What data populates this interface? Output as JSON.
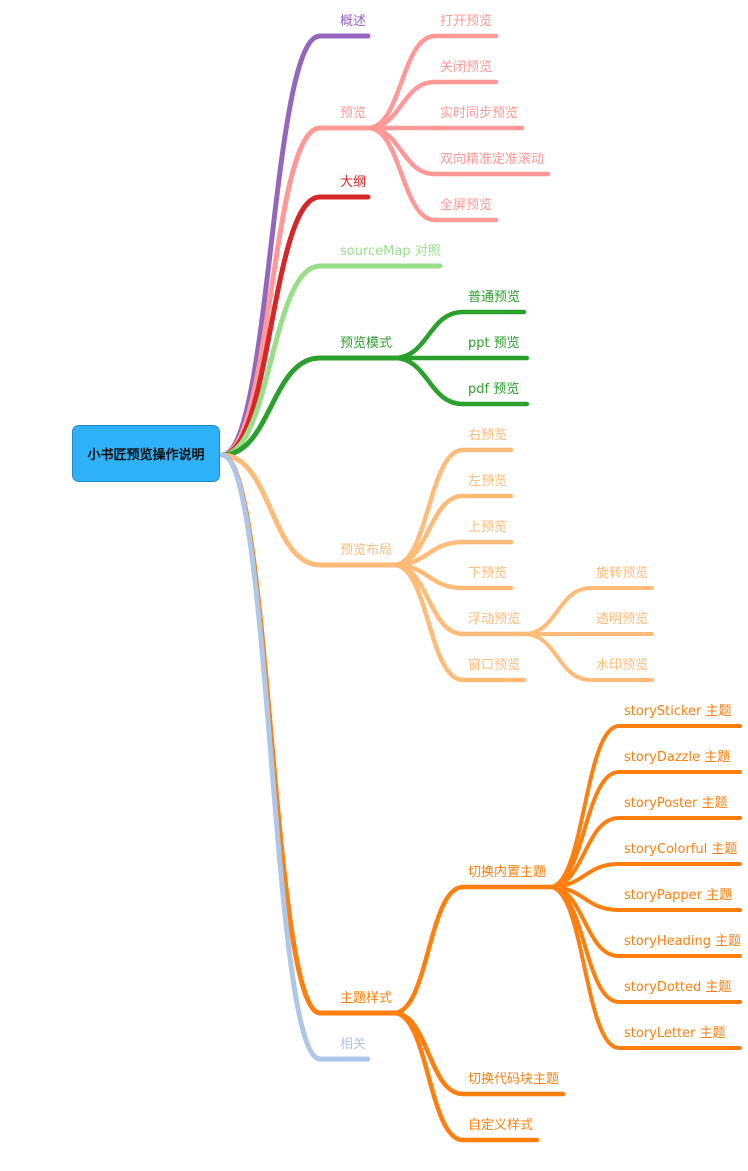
{
  "root": {
    "label": "小书匠预览操作说明",
    "color": "#2fb1f9"
  },
  "branches": [
    {
      "label": "概述",
      "color": "#9467bd",
      "children": []
    },
    {
      "label": "预览",
      "color": "#ff9896",
      "children": [
        {
          "label": "打开预览",
          "children": []
        },
        {
          "label": "关闭预览",
          "children": []
        },
        {
          "label": "实时同步预览",
          "children": []
        },
        {
          "label": "双向精准定准滚动",
          "children": []
        },
        {
          "label": "全屏预览",
          "children": []
        }
      ]
    },
    {
      "label": "大纲",
      "color": "#d62728",
      "children": []
    },
    {
      "label": "sourceMap 对照",
      "color": "#98df8a",
      "children": []
    },
    {
      "label": "预览模式",
      "color": "#2ca02c",
      "children": [
        {
          "label": "普通预览",
          "children": []
        },
        {
          "label": "ppt 预览",
          "children": []
        },
        {
          "label": "pdf 预览",
          "children": []
        }
      ]
    },
    {
      "label": "预览布局",
      "color": "#ffbb78",
      "children": [
        {
          "label": "右预览",
          "children": []
        },
        {
          "label": "左预览",
          "children": []
        },
        {
          "label": "上预览",
          "children": []
        },
        {
          "label": "下预览",
          "children": []
        },
        {
          "label": "浮动预览",
          "children": [
            {
              "label": "旋转预览"
            },
            {
              "label": "透明预览"
            },
            {
              "label": "水印预览"
            }
          ]
        },
        {
          "label": "窗口预览",
          "children": []
        }
      ]
    },
    {
      "label": "主题样式",
      "color": "#ff7f0e",
      "children": [
        {
          "label": "切换内置主题",
          "children": [
            {
              "label": "storySticker 主题"
            },
            {
              "label": "storyDazzle 主题"
            },
            {
              "label": "storyPoster 主题"
            },
            {
              "label": "storyColorful 主题"
            },
            {
              "label": "storyPapper 主题"
            },
            {
              "label": "storyHeading 主题"
            },
            {
              "label": "storyDotted 主题"
            },
            {
              "label": "storyLetter 主题"
            }
          ]
        },
        {
          "label": "切换代码块主题",
          "children": []
        },
        {
          "label": "自定义样式",
          "children": []
        }
      ]
    },
    {
      "label": "相关",
      "color": "#aec7e8",
      "children": []
    }
  ]
}
